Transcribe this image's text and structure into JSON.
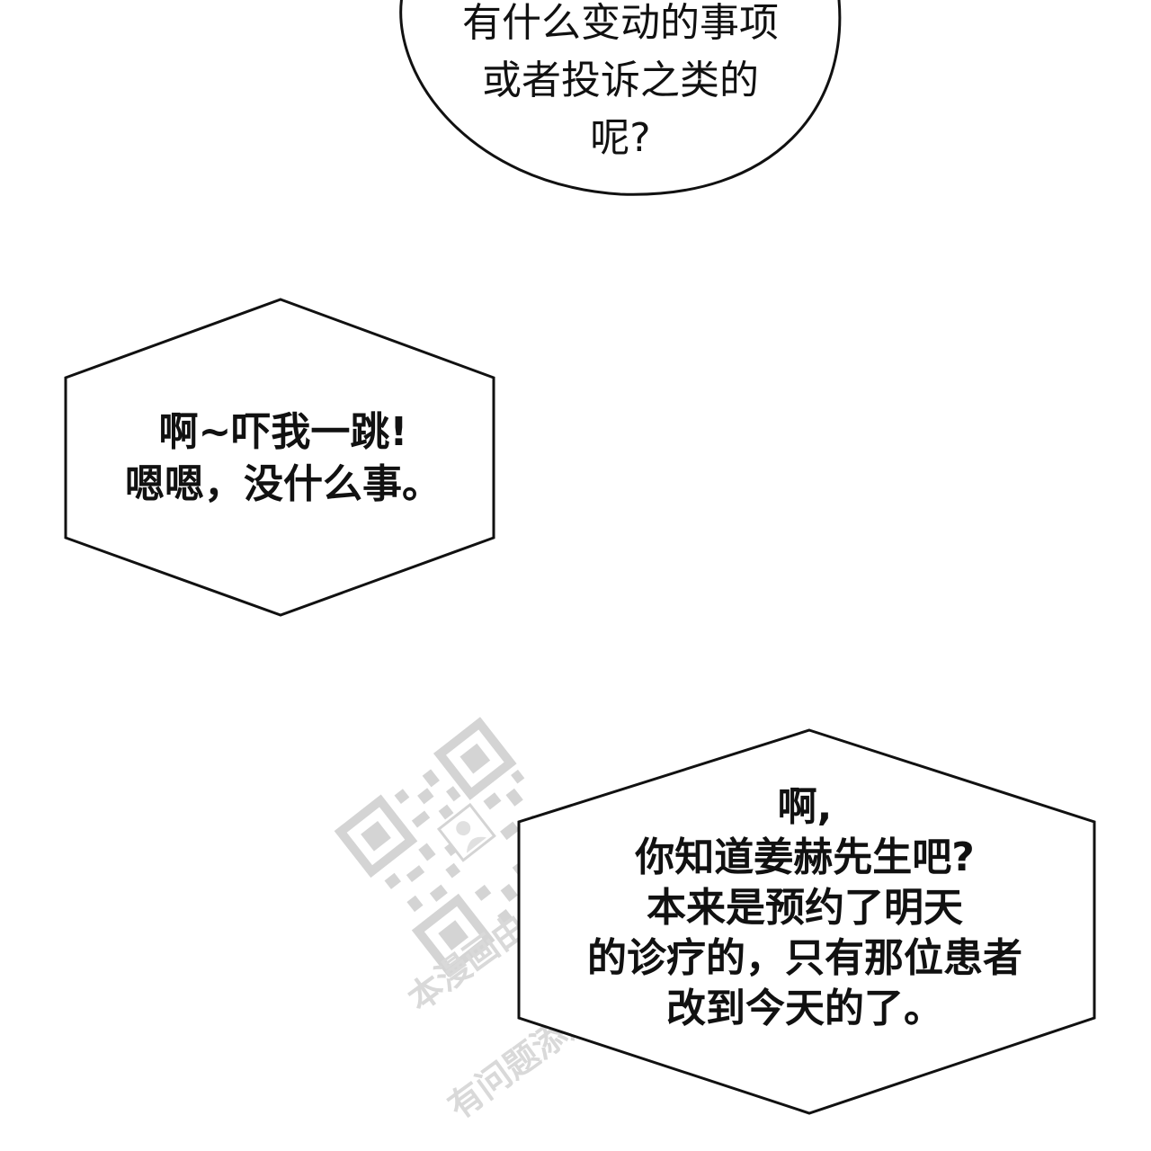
{
  "bubble_top": {
    "lines": [
      "有什么变动的事项",
      "或者投诉之类的",
      "呢?"
    ]
  },
  "bubble_middle": {
    "lines": [
      "啊~吓我一跳!",
      "嗯嗯，没什么事。"
    ]
  },
  "bubble_bottom": {
    "lines": [
      "啊,",
      "你知道姜赫先生吧?",
      "本来是预约了明天",
      "的诊疗的，只有那位患者",
      "改到今天的了。"
    ]
  },
  "watermark": {
    "line1": "本漫画由心汉化组制",
    "line2": "有问题添加客服"
  },
  "colors": {
    "outline": "#111111",
    "watermark": "#d9d9d9"
  }
}
